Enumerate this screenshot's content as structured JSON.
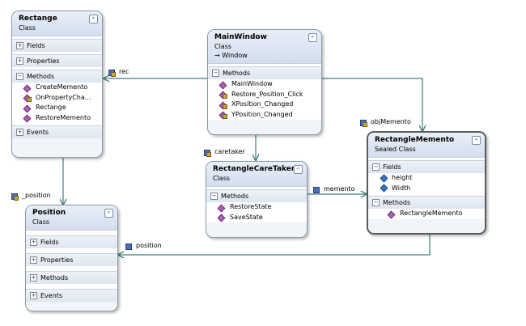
{
  "classes": {
    "rectange": {
      "name": "Rectange",
      "kind": "Class",
      "sections": {
        "fields": "Fields",
        "properties": "Properties",
        "methods": "Methods",
        "events": "Events"
      },
      "methods": [
        "CreateMemento",
        "OnPropertyCha...",
        "Rectange",
        "RestoreMemento"
      ]
    },
    "mainwindow": {
      "name": "MainWindow",
      "kind": "Class",
      "base": "→ Window",
      "sections": {
        "methods": "Methods"
      },
      "methods": [
        "MainWindow",
        "Restore_Position_Click",
        "XPosition_Changed",
        "YPosition_Changed"
      ]
    },
    "caretaker": {
      "name": "RectangleCareTaker",
      "kind": "Class",
      "sections": {
        "methods": "Methods"
      },
      "methods": [
        "RestoreState",
        "SaveState"
      ]
    },
    "memento": {
      "name": "RectangleMemento",
      "kind": "Sealed Class",
      "sections": {
        "fields": "Fields",
        "methods": "Methods"
      },
      "fields": [
        "height",
        "Width"
      ],
      "methods": [
        "RectangleMemento"
      ]
    },
    "position": {
      "name": "Position",
      "kind": "Class",
      "sections": {
        "fields": "Fields",
        "properties": "Properties",
        "methods": "Methods",
        "events": "Events"
      }
    }
  },
  "associations": {
    "rec": "rec",
    "objMemento": "objMemento",
    "caretaker": "caretaker",
    "memento": "memento",
    "_position": "_position",
    "position": "position"
  },
  "glyphs": {
    "collapse": "«",
    "expanded": "−",
    "collapsed": "+"
  },
  "colors": {
    "connector": "#3d7f7a",
    "box_border": "#8c9aab",
    "header": "#d3deee"
  }
}
